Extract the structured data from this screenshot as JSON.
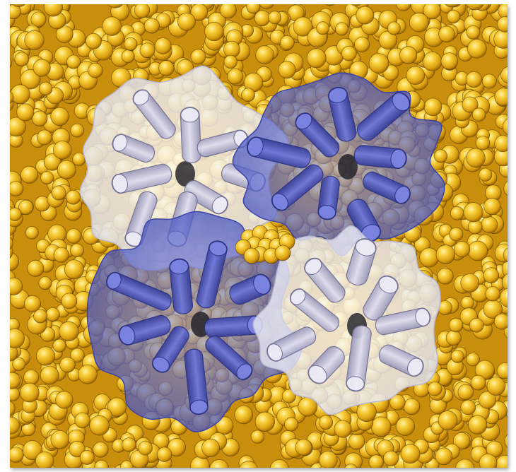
{
  "figure": {
    "description_shown": false
  },
  "colors": {
    "lipid_fill": "#f4c22b",
    "lipid_highlight": "#fde888",
    "lipid_shadow": "#b07a06",
    "lipid_outline": "#3a2a05",
    "blue_surface": "#5b66cc",
    "blue_helix": "#4d56bb",
    "white_surface": "#eeeef8",
    "white_helix": "#c2c0d8",
    "coil": "#2b2b3d",
    "pore": "#1b1b26"
  },
  "subunits": [
    {
      "name": "subunit-top-left",
      "tone": "white"
    },
    {
      "name": "subunit-top-right",
      "tone": "blue"
    },
    {
      "name": "subunit-bottom-left",
      "tone": "blue"
    },
    {
      "name": "subunit-bottom-right",
      "tone": "white"
    }
  ]
}
